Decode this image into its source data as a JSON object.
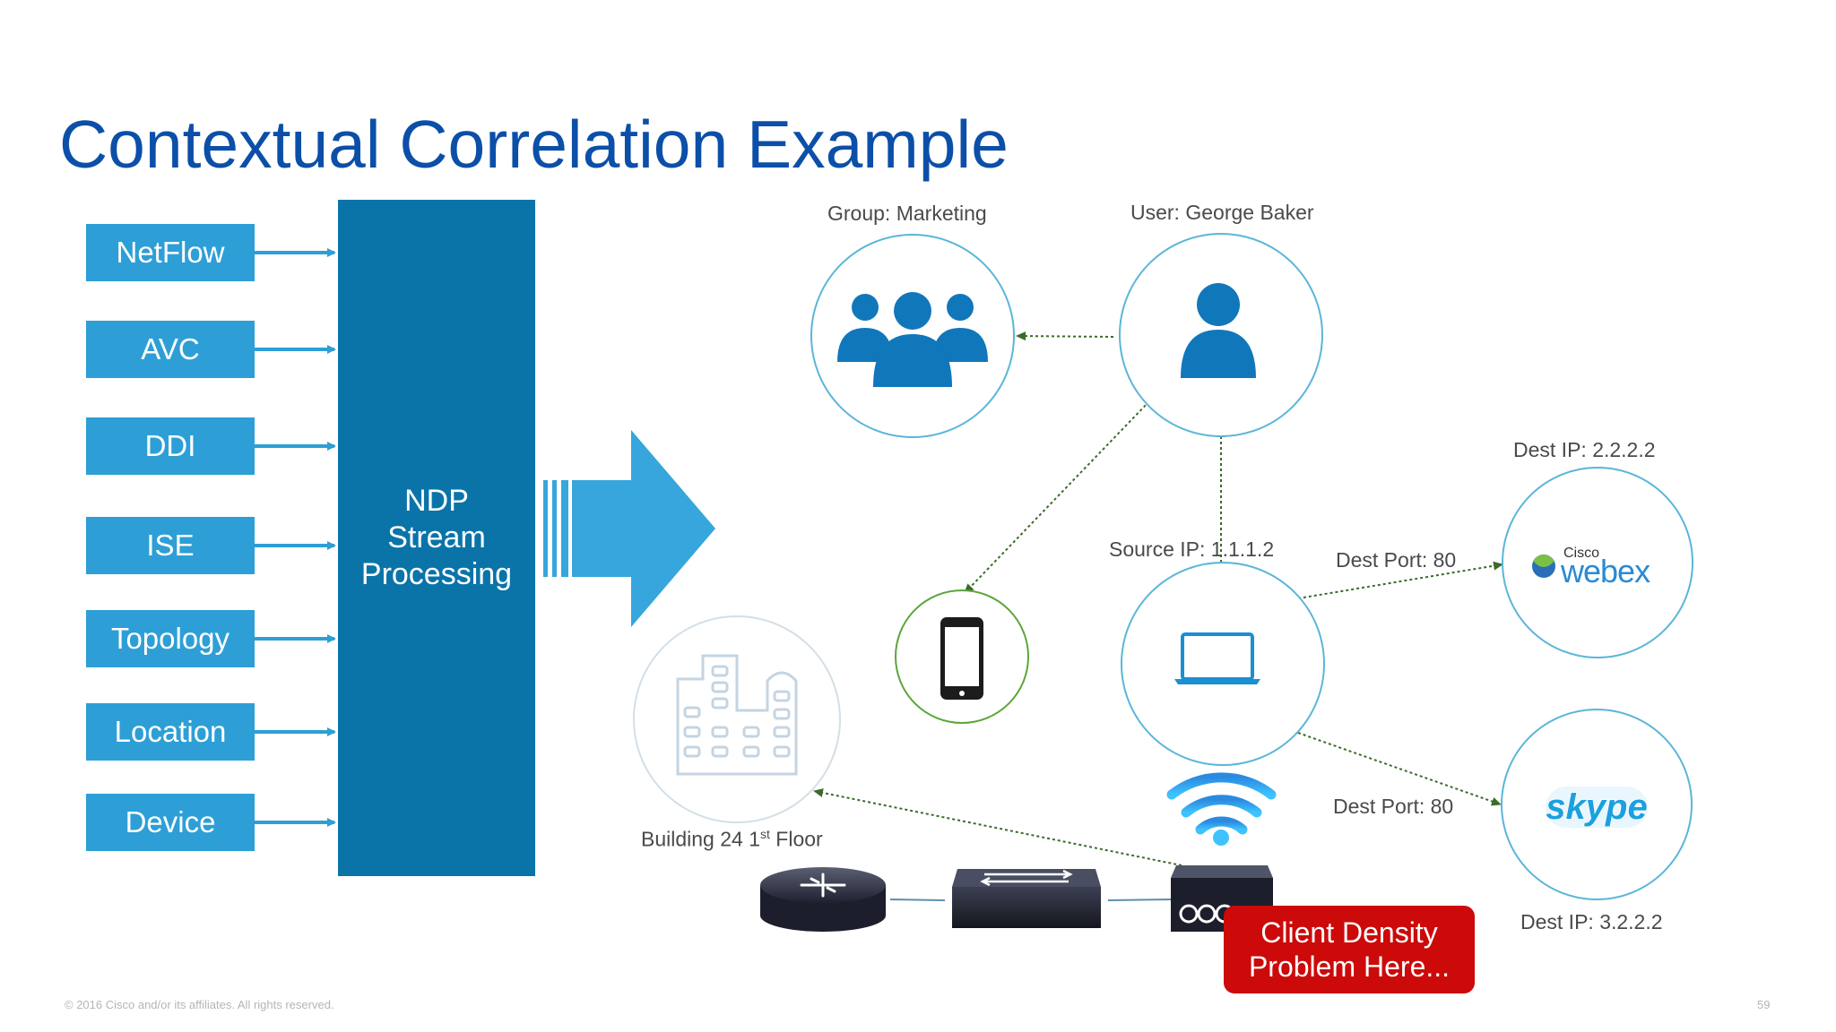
{
  "title": "Contextual Correlation Example",
  "sources": [
    "NetFlow",
    "AVC",
    "DDI",
    "ISE",
    "Topology",
    "Location",
    "Device"
  ],
  "ndp": {
    "line1": "NDP",
    "line2": "Stream",
    "line3": "Processing"
  },
  "labels": {
    "group": "Group: Marketing",
    "user": "User: George Baker",
    "source_ip": "Source IP: 1.1.1.2",
    "dest_port_webex": "Dest Port: 80",
    "dest_ip_webex": "Dest IP: 2.2.2.2",
    "dest_port_skype": "Dest Port: 80",
    "dest_ip_skype": "Dest IP: 3.2.2.2",
    "building": "Building 24 1",
    "building_sup": "st",
    "building_floor": " Floor"
  },
  "apps": {
    "webex_small": "Cisco",
    "webex": "webex",
    "skype": "skype"
  },
  "callout": {
    "line1": "Client Density",
    "line2": "Problem Here..."
  },
  "footer": "© 2016 Cisco and/or its affiliates. All rights reserved.",
  "page_number": "59",
  "colors": {
    "title": "#0b4fa8",
    "source_box": "#2d9fd6",
    "ndp_box": "#0a74a9",
    "circle_stroke": "#5bb6d8",
    "mobile_circle": "#5aa63a",
    "callout": "#cc0a0a",
    "dotted_link": "#3a6b2a"
  }
}
